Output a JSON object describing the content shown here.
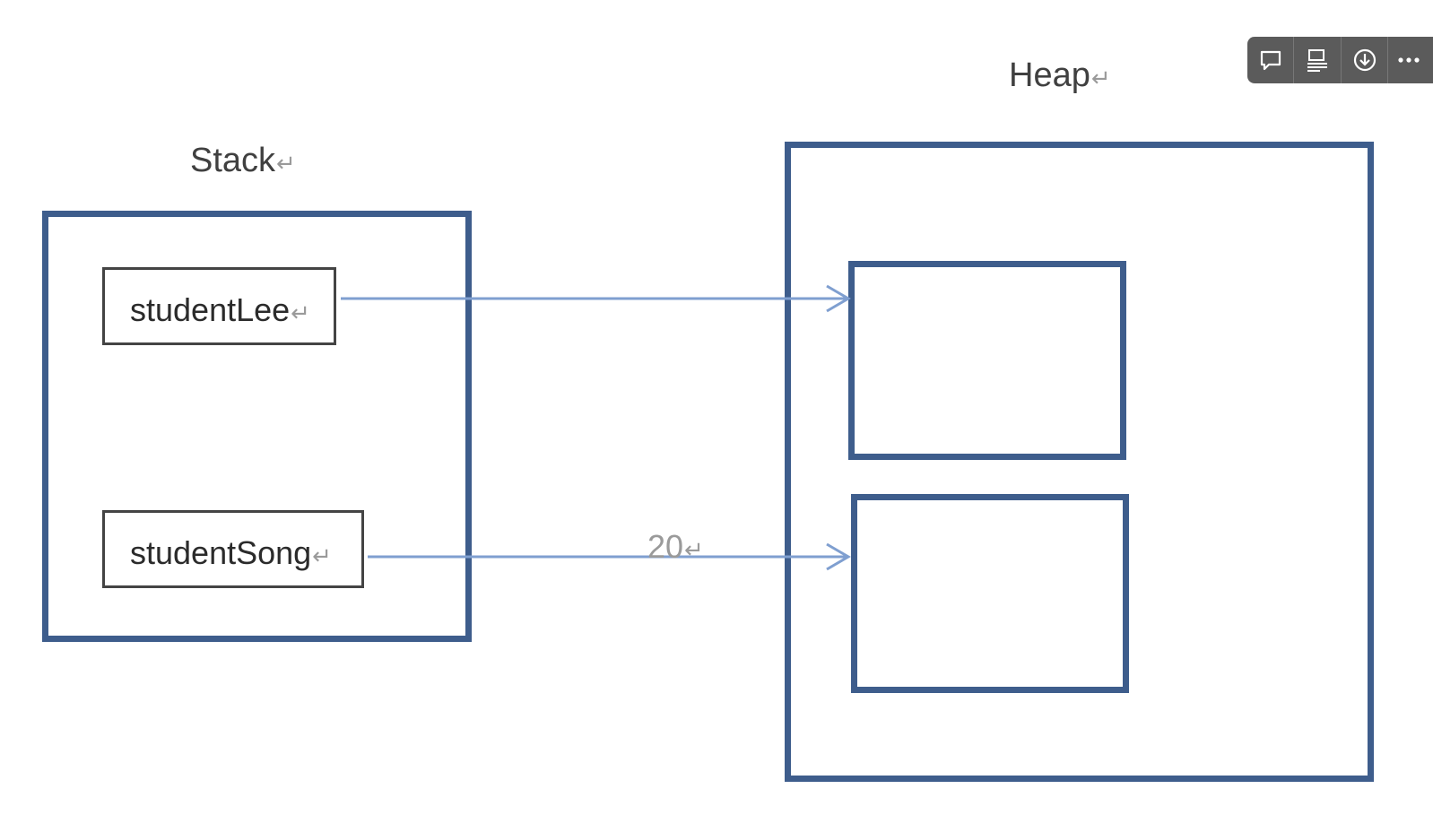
{
  "diagram": {
    "stack": {
      "title": "Stack",
      "variables": [
        {
          "name": "studentLee"
        },
        {
          "name": "studentSong"
        }
      ]
    },
    "heap": {
      "title": "Heap",
      "objects": [
        {},
        {}
      ]
    },
    "paragraph_mark": "↵",
    "annotation": "20",
    "colors": {
      "frame": "#3e5d8c",
      "arrow": "#7f9fd0",
      "variable_border": "#444444"
    }
  },
  "toolbar": {
    "buttons": [
      {
        "icon": "comment-icon"
      },
      {
        "icon": "layout-icon"
      },
      {
        "icon": "download-icon"
      },
      {
        "icon": "more-icon"
      }
    ]
  }
}
